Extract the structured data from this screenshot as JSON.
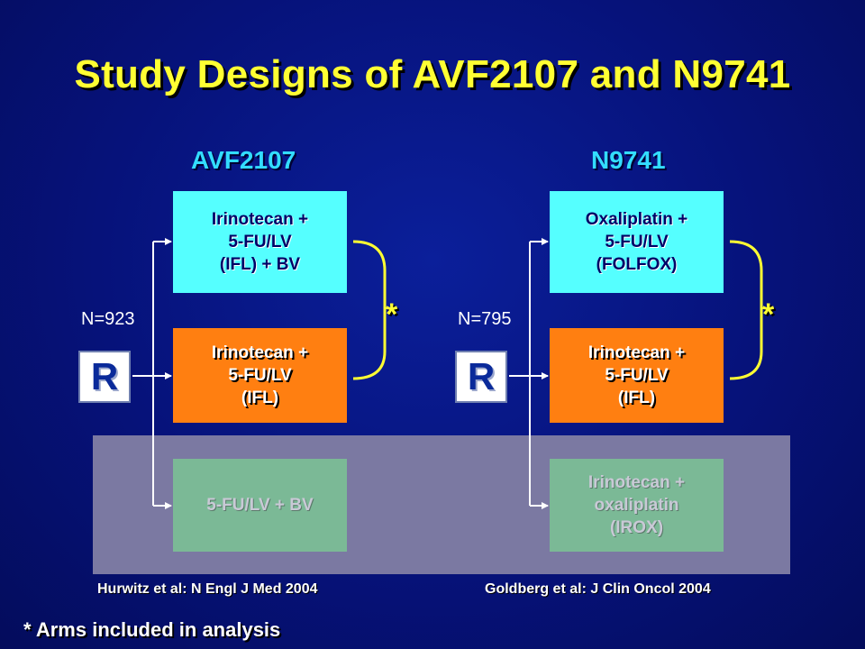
{
  "title": "Study Designs of AVF2107 and N9741",
  "footnote": "* Arms included in analysis",
  "colors": {
    "background": "#06127a",
    "title": "#ffff33",
    "study_label": "#33ddff",
    "arm_cyan": "#55ffff",
    "arm_orange": "#ff7f11",
    "arm_green": "#7bb996",
    "shade": "#7b79a2",
    "bracket": "#ffff33"
  },
  "studies": [
    {
      "name": "AVF2107",
      "randomization": "R",
      "n": "N=923",
      "star": "*",
      "reference": "Hurwitz et al: N Engl J Med 2004",
      "arms": [
        {
          "lines": [
            "Irinotecan +",
            "5-FU/LV",
            "(IFL) + BV"
          ],
          "color": "cyan"
        },
        {
          "lines": [
            "Irinotecan +",
            "5-FU/LV",
            "(IFL)"
          ],
          "color": "orange"
        },
        {
          "lines": [
            "5-FU/LV + BV"
          ],
          "color": "green"
        }
      ]
    },
    {
      "name": "N9741",
      "randomization": "R",
      "n": "N=795",
      "star": "*",
      "reference": "Goldberg et al: J Clin Oncol 2004",
      "arms": [
        {
          "lines": [
            "Oxaliplatin +",
            "5-FU/LV",
            "(FOLFOX)"
          ],
          "color": "cyan"
        },
        {
          "lines": [
            "Irinotecan +",
            "5-FU/LV",
            "(IFL)"
          ],
          "color": "orange"
        },
        {
          "lines": [
            "Irinotecan +",
            "oxaliplatin",
            "(IROX)"
          ],
          "color": "green"
        }
      ]
    }
  ]
}
